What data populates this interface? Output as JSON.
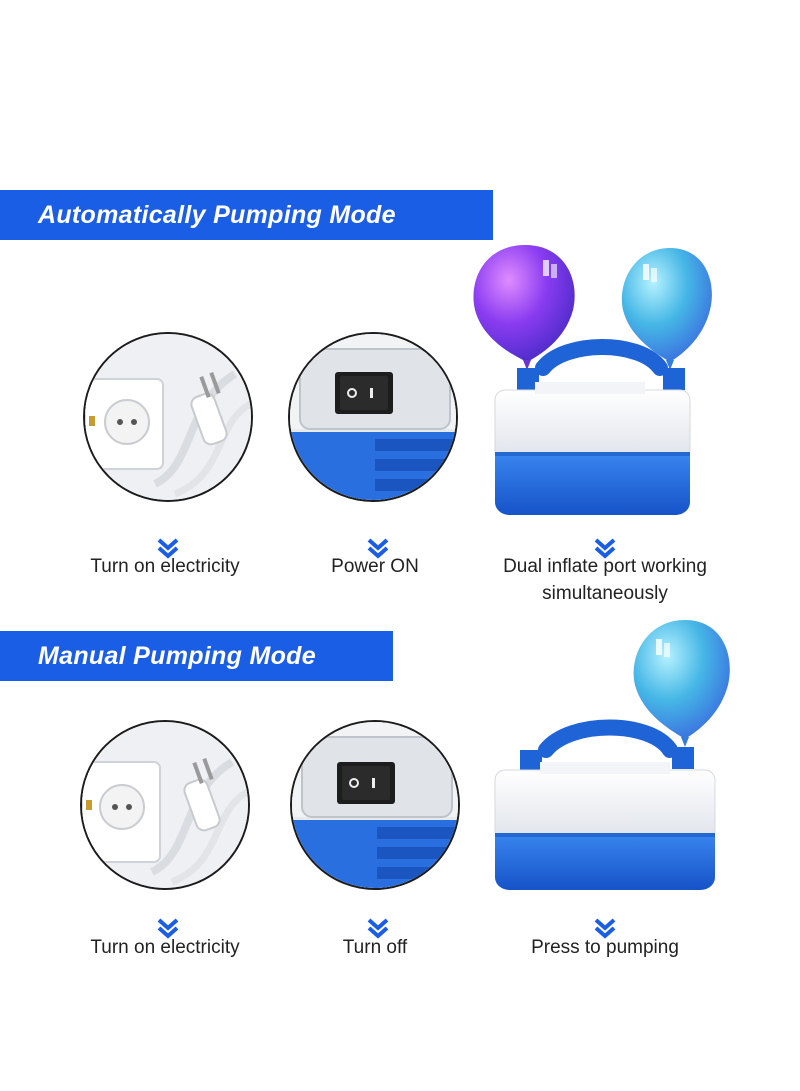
{
  "sections": [
    {
      "title": "Automatically Pumping Mode",
      "steps": [
        {
          "label": "Turn on electricity"
        },
        {
          "label": "Power ON"
        },
        {
          "label_line1": "Dual inflate port working",
          "label_line2": "simultaneously"
        }
      ]
    },
    {
      "title": "Manual Pumping Mode",
      "steps": [
        {
          "label": "Turn on electricity"
        },
        {
          "label": "Turn off"
        },
        {
          "label": "Press to pumping"
        }
      ]
    }
  ],
  "icons": {
    "step_arrow": "double-chevron-down-icon",
    "power_strip": "power-strip-icon",
    "rocker_switch": "rocker-switch-icon",
    "pump": "balloon-pump-icon",
    "balloon": "balloon-icon"
  },
  "colors": {
    "banner": "#1b5ee6",
    "pump_blue": "#1e64d6",
    "balloon_purple": "#8a3cf0",
    "balloon_teal": "#46b7e6"
  }
}
